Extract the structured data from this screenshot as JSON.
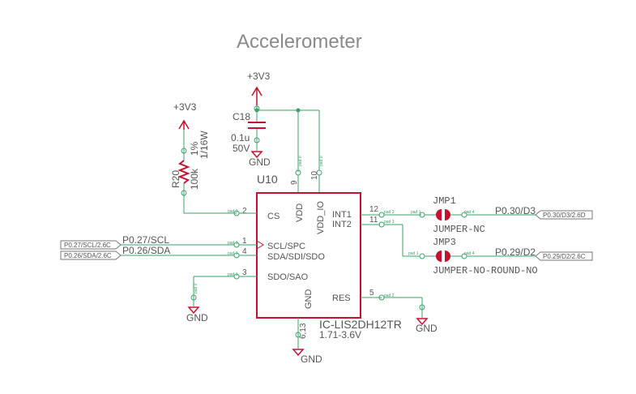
{
  "title": "Accelerometer",
  "supply": {
    "c18": "+3V3",
    "r20": "+3V3"
  },
  "capacitor": {
    "ref": "C18",
    "value": "0.1u",
    "voltage": "50V",
    "ground": "GND"
  },
  "resistor": {
    "ref": "R20",
    "value": "100k",
    "tolerance": "1%",
    "power": "1/16W"
  },
  "ic": {
    "ref": "U10",
    "part": "IC-LIS2DH12TR",
    "voltage_range": "1.71-3.6V",
    "pins_left": [
      {
        "num": "2",
        "name": "CS"
      },
      {
        "num": "1",
        "name": "SCL/SPC"
      },
      {
        "num": "4",
        "name": "SDA/SDI/SDO"
      },
      {
        "num": "3",
        "name": "SDO/SAO"
      }
    ],
    "pins_top": [
      {
        "num": "9",
        "name": "VDD"
      },
      {
        "num": "10",
        "name": "VDD_IO"
      }
    ],
    "pins_right": [
      {
        "num": "12",
        "name": "INT1"
      },
      {
        "num": "11",
        "name": "INT2"
      },
      {
        "num": "5",
        "name": "RES"
      }
    ],
    "pin_bottom": {
      "num": "6,13",
      "name": "GND"
    }
  },
  "jumpers": [
    {
      "ref": "JMP1",
      "type": "JUMPER-NC",
      "net": "P0.30/D3",
      "port": "P0.30/D3/2.6D"
    },
    {
      "ref": "JMP3",
      "type": "JUMPER-NO-ROUND-NO",
      "net": "P0.29/D2",
      "port": "P0.29/D2/2.6C"
    }
  ],
  "input_nets": [
    {
      "net": "P0.27/SCL",
      "port": "P0.27/SCL/2.6C"
    },
    {
      "net": "P0.26/SDA",
      "port": "P0.26/SDA/2.6C"
    }
  ],
  "grounds": [
    "GND",
    "GND",
    "GND"
  ],
  "pad_text": {
    "p": "pad 0",
    "q": "pad 1",
    "a": "pad 2",
    "b": "pad 3",
    "c": "pad 4"
  }
}
